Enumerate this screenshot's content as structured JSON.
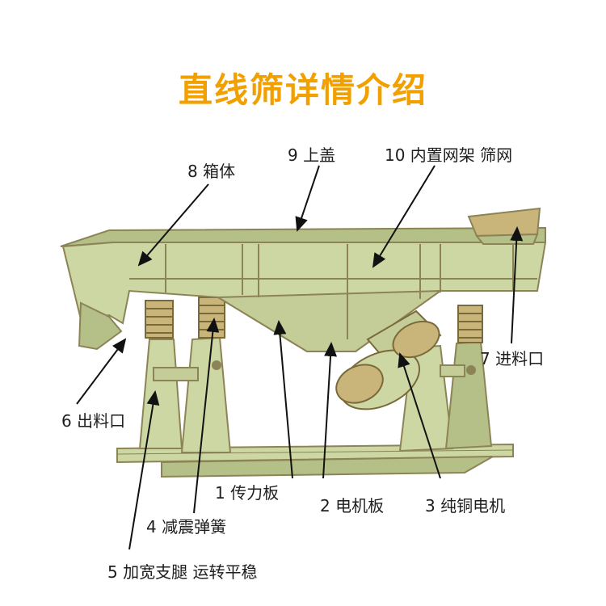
{
  "title": "直线筛详情介绍",
  "colors": {
    "title": "#f2a000",
    "body": "#cdd7a4",
    "body_dark": "#b4c088",
    "outline": "#8c8456",
    "spring": "#c9b47a",
    "motor": "#c4cd98"
  },
  "labels": {
    "l1": "1 传力板",
    "l2": "2 电机板",
    "l3": "3 纯铜电机",
    "l4": "4 减震弹簧",
    "l5": "5 加宽支腿 运转平稳",
    "l6": "6 出料口",
    "l7": "7 进料口",
    "l8": "8 箱体",
    "l9": "9 上盖",
    "l10": "10 内置网架 筛网"
  }
}
